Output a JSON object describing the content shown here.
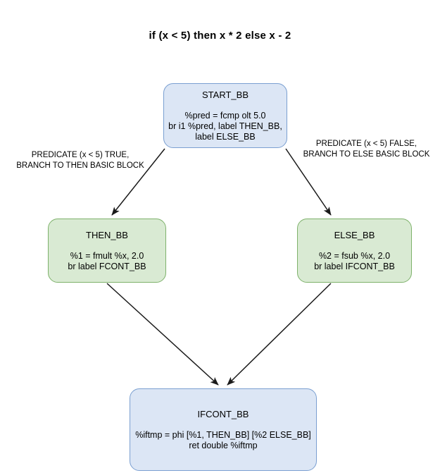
{
  "diagram": {
    "title": "if (x < 5) then x * 2 else x - 2",
    "background_color": "#ffffff",
    "type": "control-flow-graph",
    "nodes": [
      {
        "id": "START_BB",
        "label": "START_BB",
        "body": "%pred = fcmp olt 5.0\nbr i1 %pred, label THEN_BB,\nlabel ELSE_BB",
        "fill_color": "#dce6f5",
        "border_color": "#7a9fd1"
      },
      {
        "id": "THEN_BB",
        "label": "THEN_BB",
        "body": "%1 = fmult %x, 2.0\nbr label FCONT_BB",
        "fill_color": "#d9ead3",
        "border_color": "#7eb26b"
      },
      {
        "id": "ELSE_BB",
        "label": "ELSE_BB",
        "body": "%2 = fsub %x, 2.0\nbr label IFCONT_BB",
        "fill_color": "#d9ead3",
        "border_color": "#7eb26b"
      },
      {
        "id": "IFCONT_BB",
        "label": "IFCONT_BB",
        "body": "%iftmp = phi [%1, THEN_BB] [%2 ELSE_BB]\nret double %iftmp",
        "fill_color": "#dce6f5",
        "border_color": "#7a9fd1"
      }
    ],
    "edges": [
      {
        "from": "START_BB",
        "to": "THEN_BB",
        "label": "PREDICATE (x < 5) TRUE,\nBRANCH TO THEN BASIC BLOCK"
      },
      {
        "from": "START_BB",
        "to": "ELSE_BB",
        "label": "PREDICATE (x < 5) FALSE,\nBRANCH TO ELSE BASIC BLOCK"
      },
      {
        "from": "THEN_BB",
        "to": "IFCONT_BB",
        "label": ""
      },
      {
        "from": "ELSE_BB",
        "to": "IFCONT_BB",
        "label": ""
      }
    ]
  }
}
